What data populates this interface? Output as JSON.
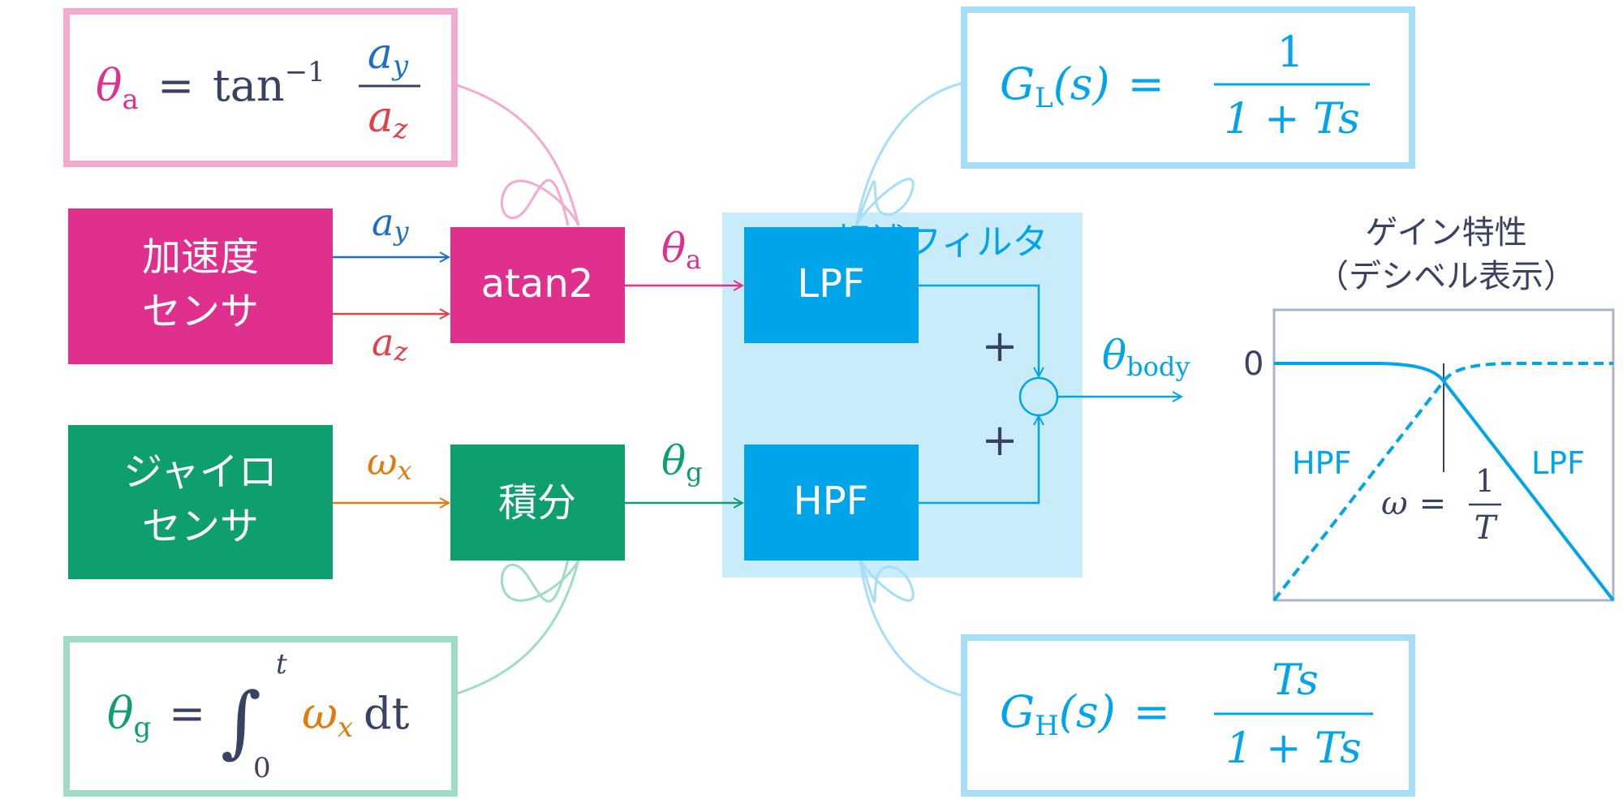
{
  "colors": {
    "pink": "#e0308e",
    "pink_light": "#f2a9d2",
    "green": "#0f9e6e",
    "green_light": "#9fdcc5",
    "blue": "#00a4e8",
    "blue_light": "#a7def7",
    "filter_bg": "#c9ecfb",
    "ay_blue": "#1e6fc2",
    "az_red": "#e0404a",
    "omega_orange": "#e07b12",
    "ink": "#394260",
    "white": "#ffffff"
  },
  "blocks": {
    "accel_sensor": [
      "加速度",
      "センサ"
    ],
    "gyro_sensor": [
      "ジャイロ",
      "センサ"
    ],
    "atan2": "atan2",
    "integral": "積分",
    "lpf": "LPF",
    "hpf": "HPF",
    "filter_title": "相補フィルタ"
  },
  "signals": {
    "a": "a",
    "y_sub": "y",
    "z_sub": "z",
    "omega": "ω",
    "x_sub": "x",
    "theta": "θ",
    "a_sub": "a",
    "g_sub": "g",
    "body_sub": "body",
    "plus": "+"
  },
  "formulas": {
    "theta": "θ",
    "a_sub": "a",
    "g_sub": "g",
    "equals": "=",
    "tan": "tan",
    "inv": "−1",
    "num_a": "a",
    "y": "y",
    "den_a": "a",
    "z": "z",
    "integral": "∫",
    "upper": "t",
    "lower": "0",
    "omega": "ω",
    "x": "x",
    "dt": "dt",
    "G": "G",
    "L_sub": "L",
    "H_sub": "H",
    "s_paren": "(s)",
    "one": "1",
    "den": "1 + Ts",
    "Ts": "Ts"
  },
  "gain_plot": {
    "title_line1": "ゲイン特性",
    "title_line2": "（デシベル表示）",
    "zero_label": "0",
    "hpf_label": "HPF",
    "lpf_label": "LPF",
    "omega": "ω",
    "equals": "=",
    "one": "1",
    "T": "T"
  }
}
